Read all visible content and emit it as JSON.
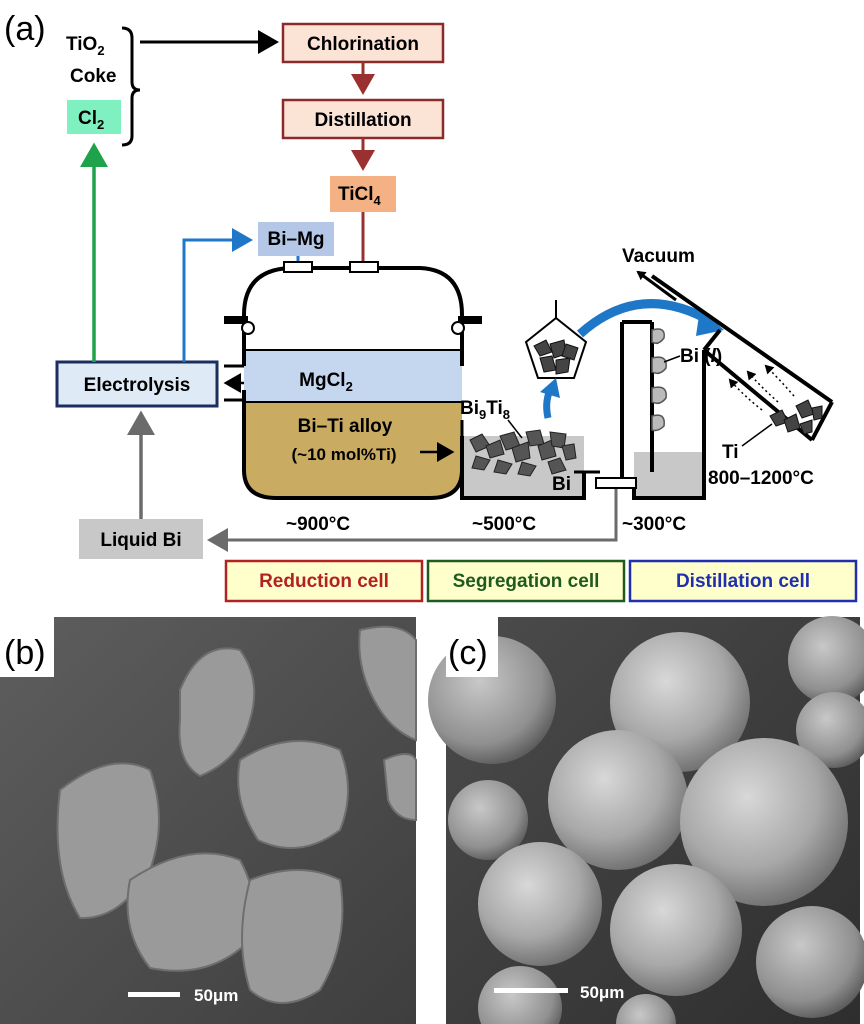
{
  "panel_a": {
    "letter": "(a)",
    "inputs": {
      "tio2": "TiO",
      "tio2_sub": "2",
      "coke": "Coke",
      "cl2": "Cl",
      "cl2_sub": "2"
    },
    "chlorination": "Chlorination",
    "distillation": "Distillation",
    "ticl4": "TiCl",
    "ticl4_sub": "4",
    "bimg": "Bi–Mg",
    "vacuum": "Vacuum",
    "electrolysis": "Electrolysis",
    "mgcl2": "MgCl",
    "mgcl2_sub": "2",
    "alloy_line1": "Bi–Ti alloy",
    "alloy_line2": "(~10 mol%Ti)",
    "bi9ti8_a": "Bi",
    "bi9ti8_a_sub": "9",
    "bi9ti8_b": "Ti",
    "bi9ti8_b_sub": "8",
    "bi": "Bi",
    "bi_liquid_a": "Bi (",
    "bi_liquid_l": "l",
    "bi_liquid_b": ")",
    "ti": "Ti",
    "ti_temp": "800–1200°C",
    "temp_reduction": "~900°C",
    "temp_segregation": "~500°C",
    "temp_distillation": "~300°C",
    "liquid_bi": "Liquid Bi",
    "cells": [
      {
        "label": "Reduction cell",
        "color": "#b22222"
      },
      {
        "label": "Segregation cell",
        "color": "#1f5a1f"
      },
      {
        "label": "Distillation cell",
        "color": "#1f2fb0"
      }
    ]
  },
  "panel_b": {
    "letter": "(b)",
    "scale": "50μm"
  },
  "panel_c": {
    "letter": "(c)",
    "scale": "50μm"
  },
  "colors": {
    "green_arrow": "#1fa34a",
    "blue_arrow": "#1f77c8",
    "red_arrow": "#9b3030",
    "gray_arrow": "#6b6b6b",
    "cl2_box": "#7ff0c0",
    "process_box_fill": "#fbe3d6",
    "process_box_border": "#8b2a2a",
    "ticl4_box": "#f4b183",
    "bimg_box": "#b4c7e7",
    "mgcl2_fill": "#c5d7ee",
    "alloy_fill": "#c9ac62",
    "bi_fill": "#c8c8c8",
    "cell_box_fill": "#ffffcc"
  }
}
